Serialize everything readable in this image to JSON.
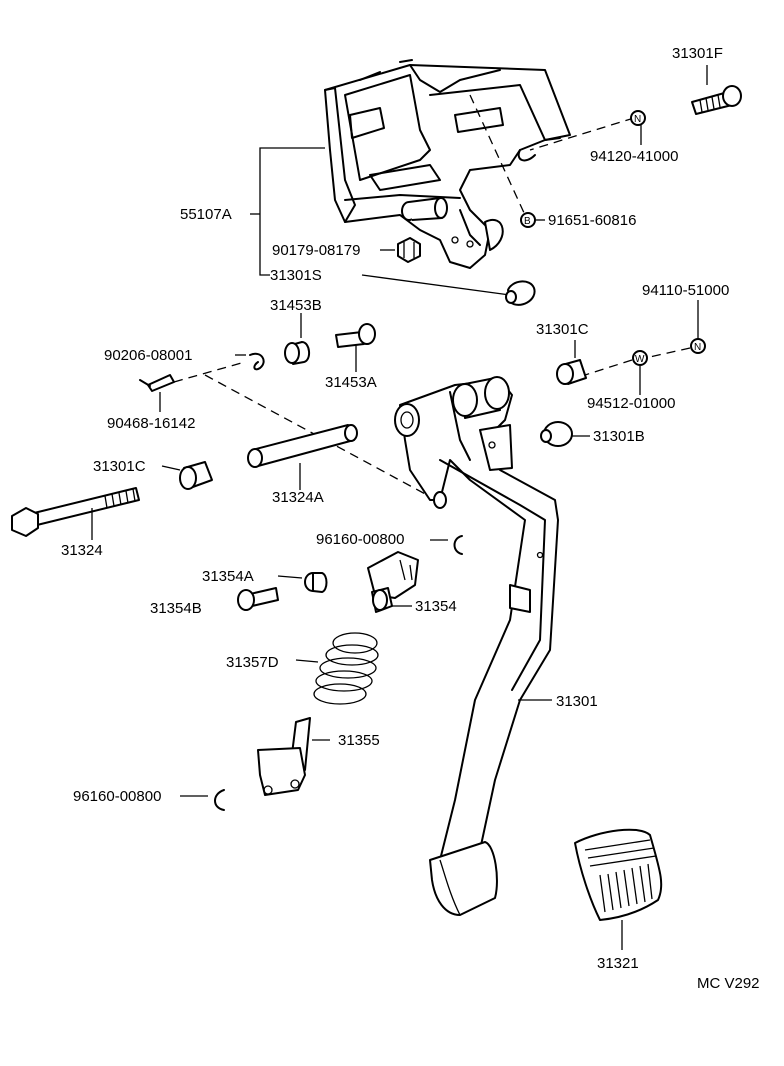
{
  "diagram_ref": "MC V292",
  "symbols": {
    "nut": "N",
    "bolt": "B",
    "washer": "W"
  },
  "parts": {
    "p31301F": "31301F",
    "p94120_41000": "94120-41000",
    "p55107A": "55107A",
    "p91651_60816": "91651-60816",
    "p90179_08179": "90179-08179",
    "p31301S": "31301S",
    "p94110_51000": "94110-51000",
    "p31453B": "31453B",
    "p31301C_top": "31301C",
    "p90206_08001": "90206-08001",
    "p31453A": "31453A",
    "p94512_01000": "94512-01000",
    "p90468_16142": "90468-16142",
    "p31301B": "31301B",
    "p31301C_left": "31301C",
    "p31324A": "31324A",
    "p31324": "31324",
    "p96160_00800_top": "96160-00800",
    "p31354A": "31354A",
    "p31354": "31354",
    "p31354B": "31354B",
    "p31357D": "31357D",
    "p31301": "31301",
    "p31355": "31355",
    "p96160_00800_bottom": "96160-00800",
    "p31321": "31321"
  }
}
